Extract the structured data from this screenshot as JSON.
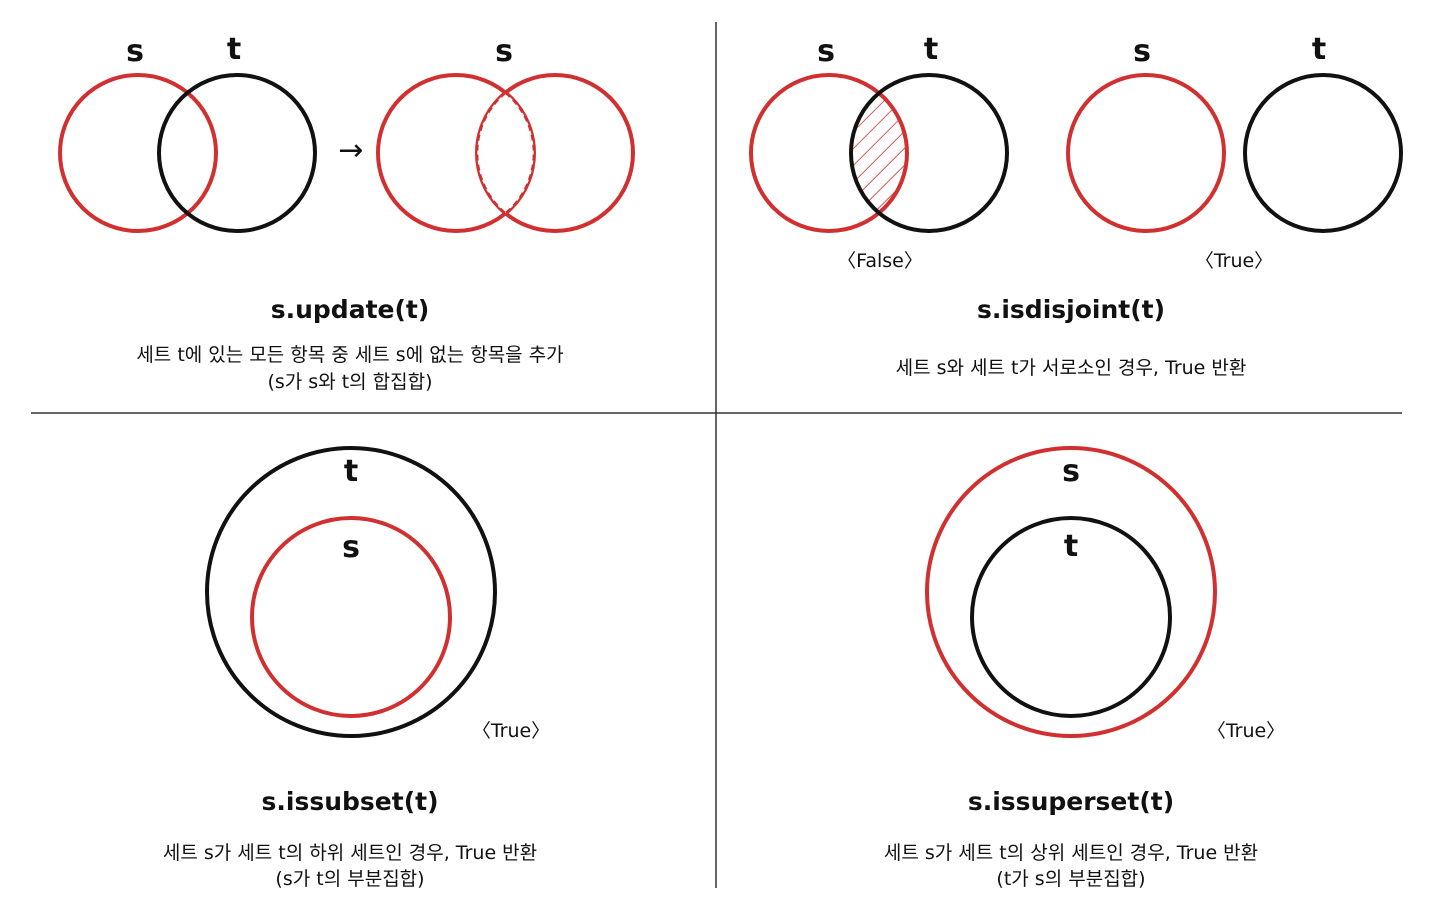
{
  "colors": {
    "s": "#d03030",
    "t": "#111111",
    "divider": "#333333"
  },
  "panels": {
    "update": {
      "method": "s.update(t)",
      "desc_line1": "세트 t에 있는 모든 항목 중 세트 s에 없는 항목을 추가",
      "desc_line2": "(s가 s와 t의 합집합)",
      "label_s": "s",
      "label_t": "t",
      "label_result": "s",
      "arrow": "→"
    },
    "isdisjoint": {
      "method": "s.isdisjoint(t)",
      "desc": "세트 s와 세트 t가 서로소인 경우, True 반환",
      "label_s1": "s",
      "label_t1": "t",
      "label_s2": "s",
      "label_t2": "t",
      "result_false": "〈False〉",
      "result_true": "〈True〉"
    },
    "issubset": {
      "method": "s.issubset(t)",
      "desc_line1": "세트 s가 세트 t의 하위 세트인 경우, True 반환",
      "desc_line2": "(s가 t의 부분집합)",
      "label_outer": "t",
      "label_inner": "s",
      "result": "〈True〉"
    },
    "issuperset": {
      "method": "s.issuperset(t)",
      "desc_line1": "세트 s가 세트 t의 상위 세트인 경우, True 반환",
      "desc_line2": "(t가 s의 부분집합)",
      "label_outer": "s",
      "label_inner": "t",
      "result": "〈True〉"
    }
  }
}
